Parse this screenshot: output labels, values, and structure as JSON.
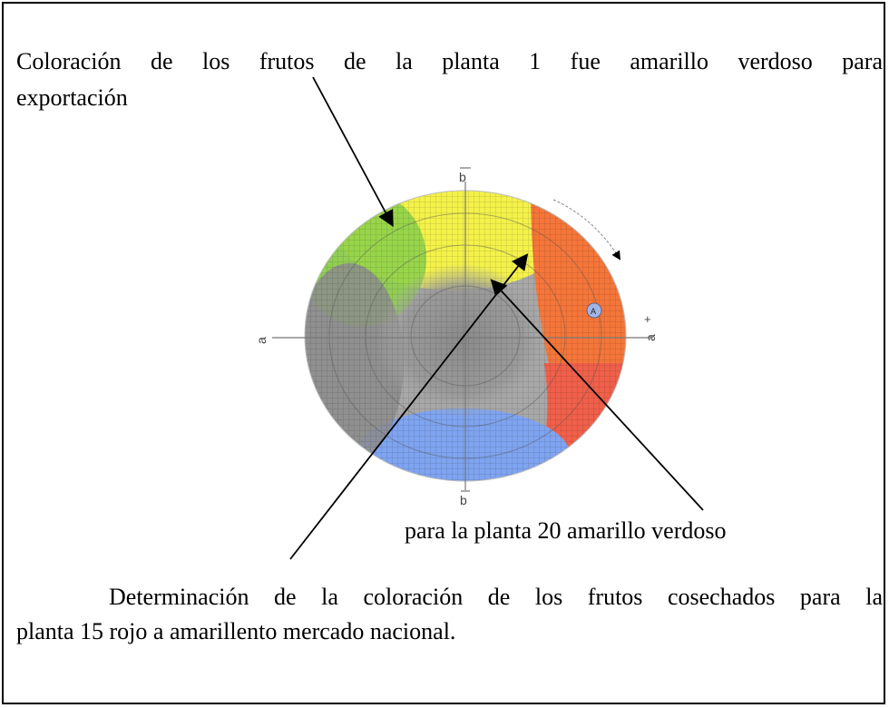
{
  "annotations": {
    "top_line1": "Coloración de los frutos  de la planta 1 fue amarillo verdoso  para",
    "top_line2": "exportación",
    "middle": "para la planta 20 amarillo verdoso",
    "bottom_line1": "Determinación de  la coloración  de los frutos  cosechados  para  la",
    "bottom_line2": "planta 15 rojo  a amarillento  mercado nacional."
  },
  "color_wheel": {
    "axis_top": "b",
    "axis_bottom": "b",
    "axis_left": "a",
    "axis_right": "a",
    "plus_sign": "+",
    "marker_label": "A",
    "colors": {
      "yellow": "#f4f24a",
      "green": "#8fd14a",
      "orange": "#f5763a",
      "red": "#f0604a",
      "gray": "#8c8c8c",
      "blue": "#7fa4f0"
    }
  }
}
